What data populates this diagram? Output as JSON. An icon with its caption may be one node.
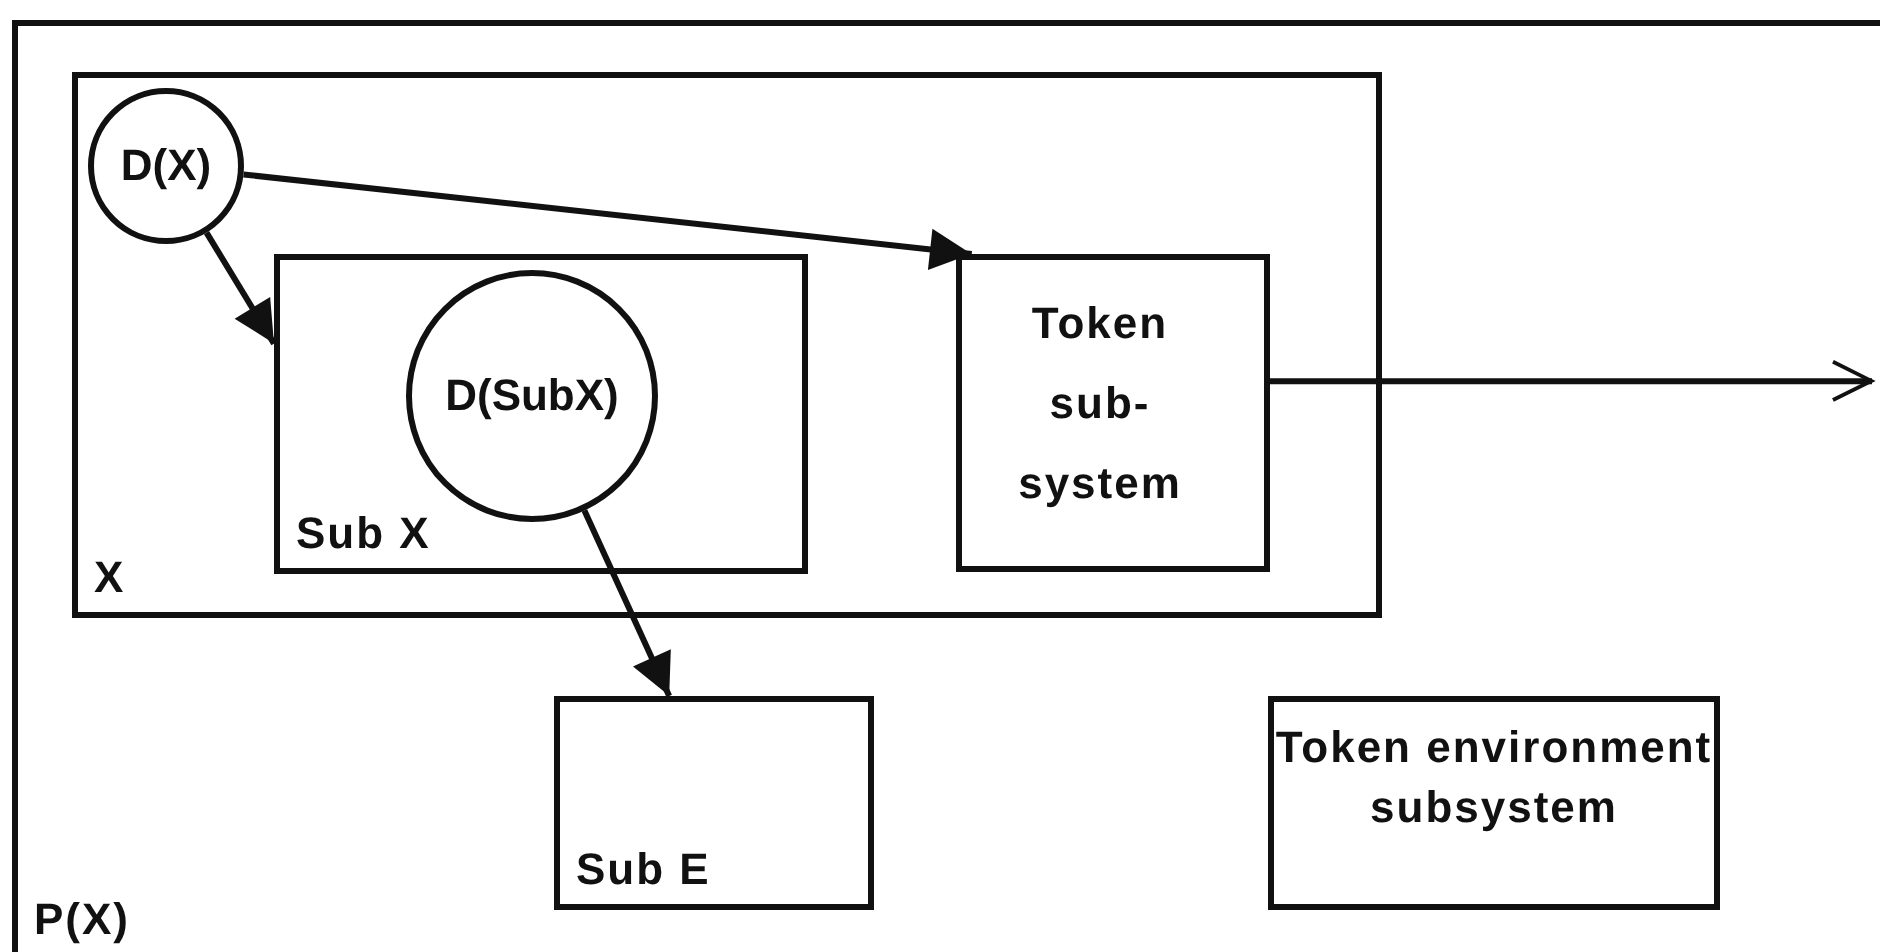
{
  "diagram": {
    "nodes": [
      {
        "text": [
          "P(X)"
        ]
      },
      {
        "text": [
          "X"
        ],
        "in": 0
      },
      {
        "text": [
          "D(X)"
        ],
        "in": 1
      },
      {
        "text": [
          "Sub X"
        ],
        "in": 1
      },
      {
        "text": [
          "D(SubX)"
        ],
        "in": 3
      },
      {
        "text": [
          "Token sub-system"
        ],
        "in": 1
      },
      {
        "text": [
          "Sub E"
        ],
        "in": 0
      },
      {
        "text": [
          "Token environment subsystem"
        ],
        "in": 0
      }
    ],
    "edges": [
      {
        "from": 2,
        "to": 3,
        "arrow": "to"
      },
      {
        "from": 2,
        "to": 5,
        "arrow": "to"
      },
      {
        "from": 4,
        "to": 6,
        "arrow": "to"
      },
      {
        "from": 5,
        "to": null,
        "arrow": "to"
      }
    ]
  }
}
